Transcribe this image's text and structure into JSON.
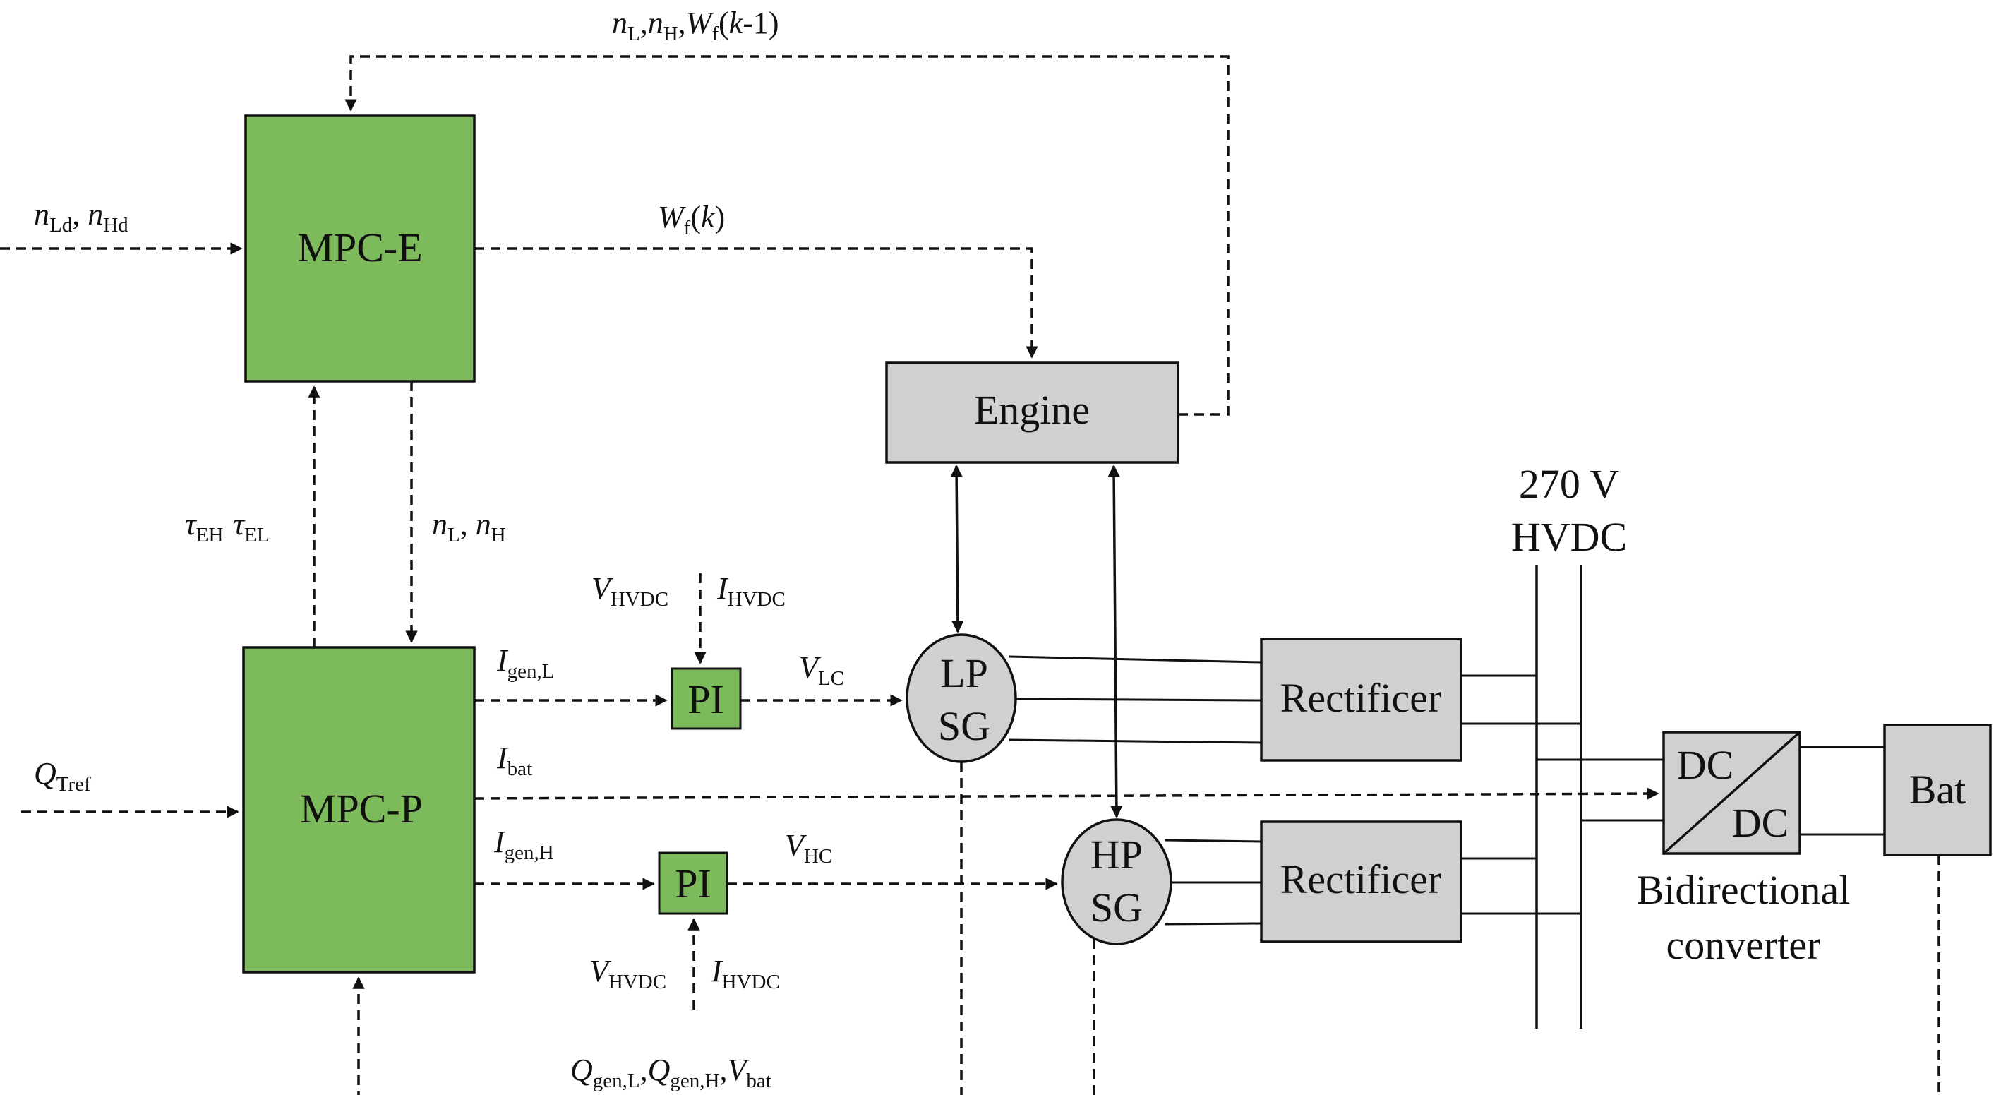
{
  "blocks": {
    "mpc_e": "MPC-E",
    "mpc_p": "MPC-P",
    "pi": "PI",
    "engine": "Engine",
    "lp_sg_line1": "LP",
    "lp_sg_line2": "SG",
    "hp_sg_line1": "HP",
    "hp_sg_line2": "SG",
    "rectifier": "Rectificer",
    "dc_top": "DC",
    "dc_bottom": "DC",
    "bat": "Bat",
    "bidirectional_line1": "Bidirectional",
    "bidirectional_line2": "converter",
    "hvdc_bus_line1": "270 V",
    "hvdc_bus_line2": "HVDC"
  },
  "signals": {
    "n": "n",
    "W": "W",
    "f_sub": "f",
    "L_sub": "L",
    "H_sub": "H",
    "Ld_sub": "Ld",
    "Hd_sub": "Hd",
    "comma": ",",
    "comma_space": ", ",
    "k_minus_1_open": "(",
    "k": "k",
    "k_minus_1_rest": "-1)",
    "paren_open": "(",
    "paren_close": ")",
    "tau": "τ",
    "EH_sub": "EH",
    "EL_sub": "EL",
    "V": "V",
    "I": "I",
    "Q": "Q",
    "HVDC_sub": "HVDC",
    "LC_sub": "LC",
    "HC_sub": "HC",
    "gen_L_sub": "gen,L",
    "gen_H_sub": "gen,H",
    "bat_sub": "bat",
    "Tref_sub": "Tref"
  },
  "colors": {
    "controller_fill": "#7dba5b",
    "hardware_fill": "#d0d0d0",
    "line": "#111111"
  }
}
